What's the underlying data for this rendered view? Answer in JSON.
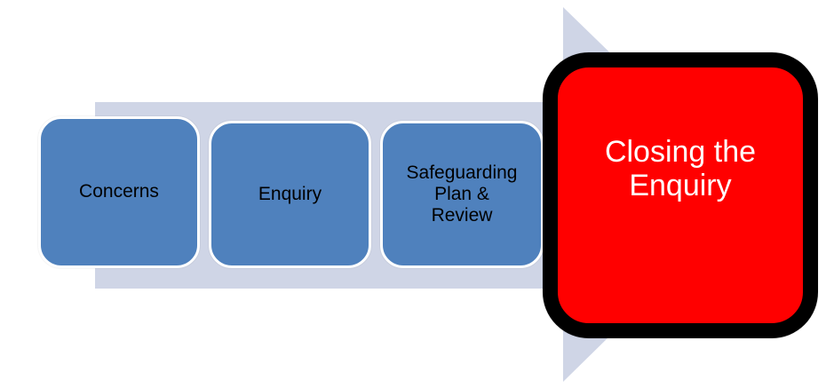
{
  "diagram": {
    "colors": {
      "arrow": "#cfd5e6",
      "step_fill": "#4f81bd",
      "final_fill": "#ff0000",
      "final_border": "#000000"
    },
    "steps": [
      {
        "label": "Concerns"
      },
      {
        "label": "Enquiry"
      },
      {
        "label": "Safeguarding\nPlan &\nReview"
      }
    ],
    "final_step": {
      "label": "Closing the\nEnquiry"
    }
  }
}
